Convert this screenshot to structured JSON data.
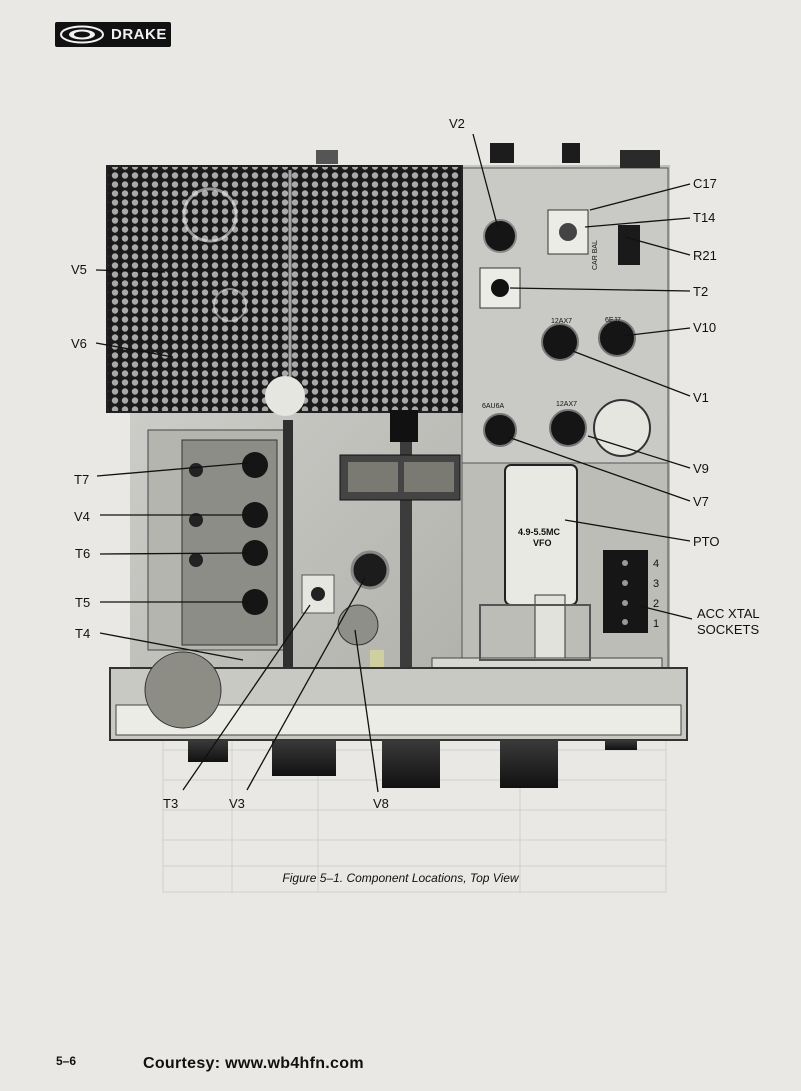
{
  "header": {
    "brand_label": "DRAKE",
    "logo_icon": "drake-logo-emblem"
  },
  "figure": {
    "caption": "Figure 5–1.   Component Locations, Top View",
    "callouts": {
      "V2": "V2",
      "C17": "C17",
      "T14": "T14",
      "R21": "R21",
      "T2": "T2",
      "V10": "V10",
      "V1": "V1",
      "V9": "V9",
      "V7": "V7",
      "PTO": "PTO",
      "ACC1": "ACC  XTAL",
      "ACC2": "SOCKETS",
      "V5": "V5",
      "V6": "V6",
      "T7": "T7",
      "V4": "V4",
      "T6": "T6",
      "T5": "T5",
      "T4": "T4",
      "T3": "T3",
      "V3": "V3",
      "V8": "V8"
    },
    "on_photo_labels": {
      "tube_12ax7_a": "12AX7",
      "tube_6ej7": "6EJ7",
      "tube_6au6a": "6AU6A",
      "tube_12ax7_b": "12AX7",
      "vfo_freq": "4.9-5.5MC",
      "vfo_label": "VFO",
      "car_bal": "CAR BAL",
      "socket_4": "4",
      "socket_3": "3",
      "socket_2": "2",
      "socket_1": "1"
    }
  },
  "footer": {
    "page_number": "5–6",
    "courtesy": "Courtesy: www.wb4hfn.com"
  }
}
